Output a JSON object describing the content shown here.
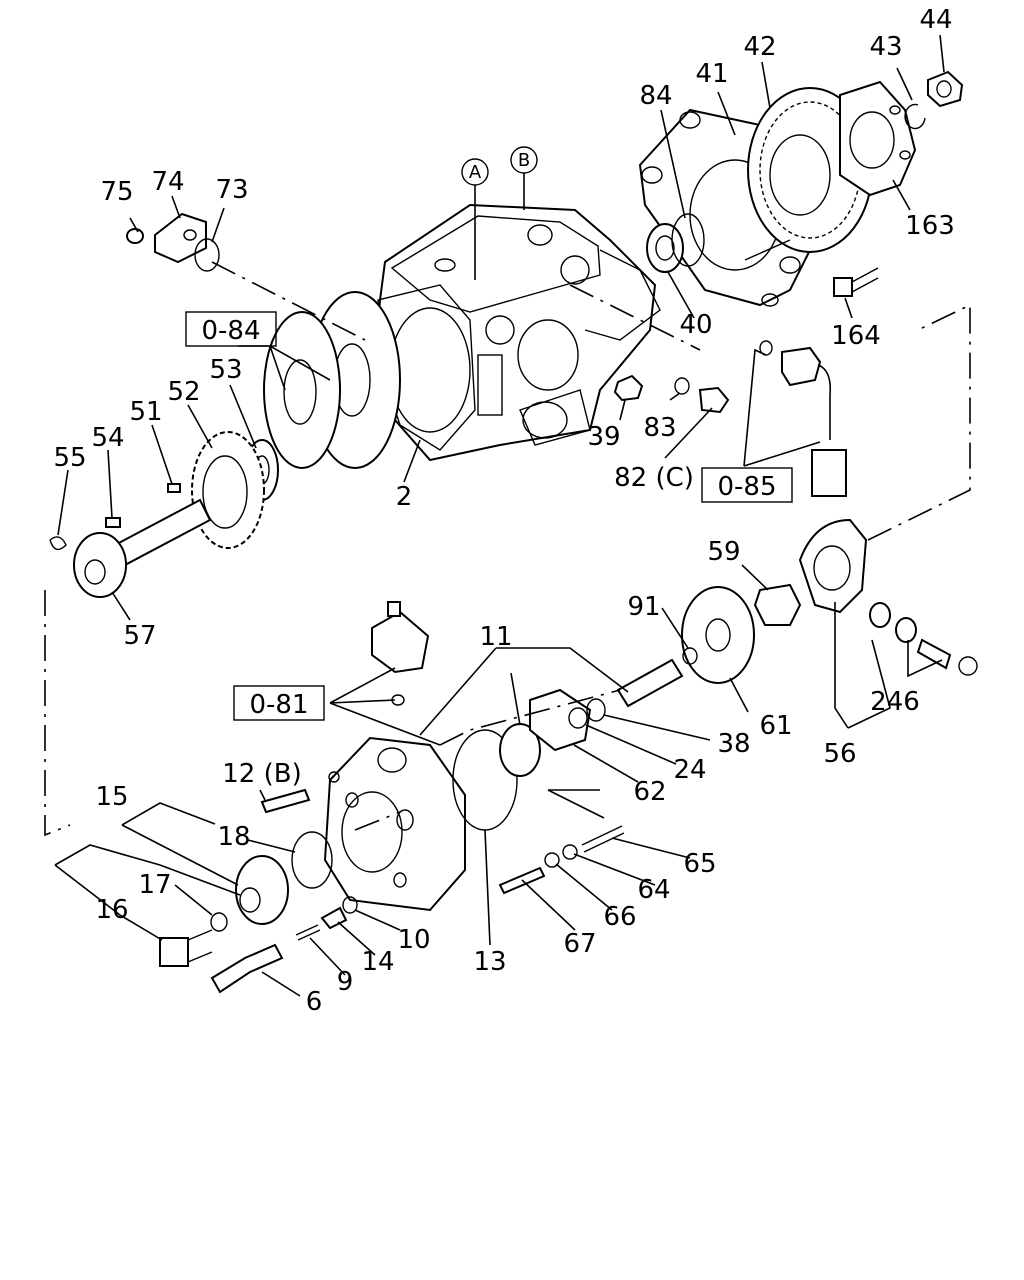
{
  "diagram": {
    "part_numbers": {
      "p2": "2",
      "p6": "6",
      "p9": "9",
      "p10": "10",
      "p11": "11",
      "p12": "12 (B)",
      "p13": "13",
      "p14": "14",
      "p15": "15",
      "p16": "16",
      "p17": "17",
      "p18": "18",
      "p24": "24",
      "p38": "38",
      "p39": "39",
      "p40": "40",
      "p41": "41",
      "p42": "42",
      "p43": "43",
      "p44": "44",
      "p51": "51",
      "p52": "52",
      "p53": "53",
      "p54": "54",
      "p55": "55",
      "p56": "56",
      "p57": "57",
      "p59": "59",
      "p61": "61",
      "p62": "62",
      "p64": "64",
      "p65": "65",
      "p66": "66",
      "p67": "67",
      "p73": "73",
      "p74": "74",
      "p75": "75",
      "p82": "82 (C)",
      "p83": "83",
      "p84": "84",
      "p91": "91",
      "p163": "163",
      "p164": "164",
      "p246": "246"
    },
    "group_refs": {
      "g084": "0-84",
      "g085": "0-85",
      "g081": "0-81"
    },
    "circle_refs": {
      "a": "A",
      "b": "B"
    }
  }
}
